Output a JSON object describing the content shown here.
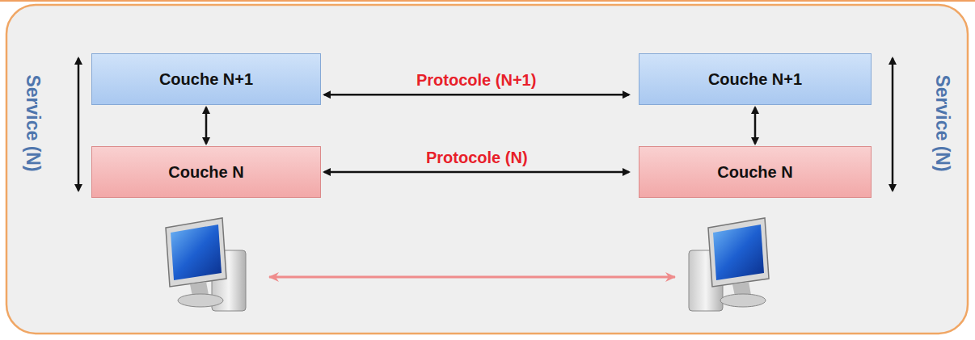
{
  "diagram": {
    "nodes": [
      {
        "text": [
          "Couche N+1"
        ]
      },
      {
        "text": [
          "Couche N"
        ]
      },
      {
        "text": [
          "Couche N+1"
        ]
      },
      {
        "text": [
          "Couche N"
        ]
      }
    ],
    "edges": [
      {
        "from": 0,
        "to": 1,
        "arrow": "both"
      },
      {
        "from": 0,
        "to": 2,
        "label": "Protocole (N+1)",
        "arrow": "both"
      },
      {
        "from": 1,
        "to": 3,
        "label": "Protocole (N)",
        "arrow": "both"
      },
      {
        "from": 2,
        "to": 3,
        "arrow": "both"
      }
    ],
    "labels": [
      "Service (N)",
      "Service (N)"
    ]
  }
}
